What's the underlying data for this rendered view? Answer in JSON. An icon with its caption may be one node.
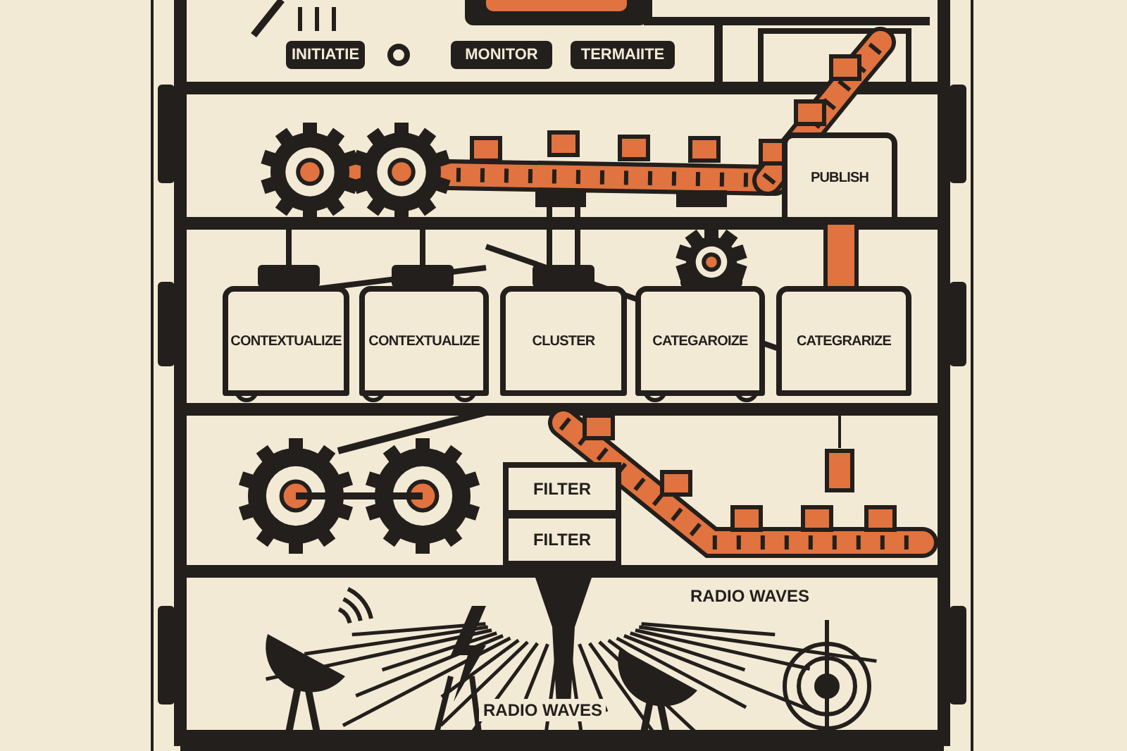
{
  "diagram": {
    "nodes": [
      {
        "text": [
          "INITIATIE"
        ]
      },
      {
        "text": [
          "MONITOR"
        ]
      },
      {
        "text": [
          "TERMAIITE"
        ]
      },
      {
        "text": [
          "PUBLISH"
        ]
      },
      {
        "text": [
          "CONTEXTUALIZE"
        ]
      },
      {
        "text": [
          "CONTEXTUALIZE"
        ]
      },
      {
        "text": [
          "CLUSTER"
        ]
      },
      {
        "text": [
          "CATEGAROIZE"
        ]
      },
      {
        "text": [
          "CATEGRARIZE"
        ]
      },
      {
        "text": [
          "FILTER"
        ]
      },
      {
        "text": [
          "FILTER"
        ]
      }
    ],
    "labels": [
      "RADIO WAVES",
      "RADIO WAVES"
    ]
  }
}
